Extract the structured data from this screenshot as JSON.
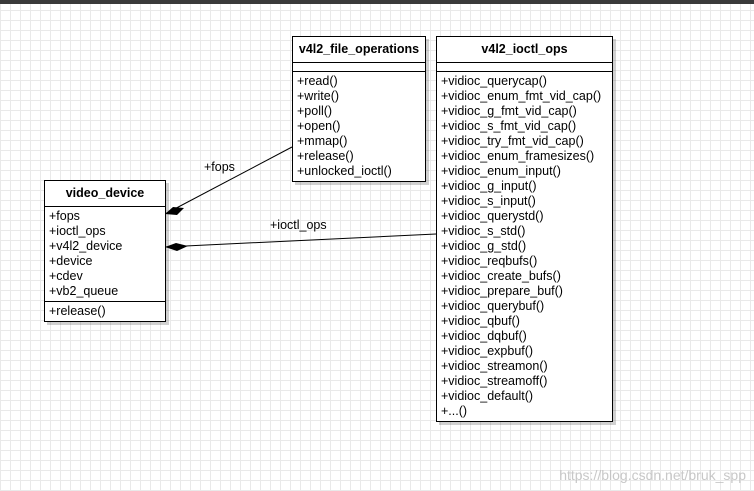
{
  "classes": {
    "video_device": {
      "name": "video_device",
      "attributes": [
        "+fops",
        "+ioctl_ops",
        "+v4l2_device",
        "+device",
        "+cdev",
        "+vb2_queue"
      ],
      "operations": [
        "+release()"
      ]
    },
    "v4l2_file_operations": {
      "name": "v4l2_file_operations",
      "operations": [
        "+read()",
        "+write()",
        "+poll()",
        "+open()",
        "+mmap()",
        "+release()",
        "+unlocked_ioctl()"
      ]
    },
    "v4l2_ioctl_ops": {
      "name": "v4l2_ioctl_ops",
      "operations": [
        "+vidioc_querycap()",
        "+vidioc_enum_fmt_vid_cap()",
        "+vidioc_g_fmt_vid_cap()",
        "+vidioc_s_fmt_vid_cap()",
        "+vidioc_try_fmt_vid_cap()",
        "+vidioc_enum_framesizes()",
        "+vidioc_enum_input()",
        "+vidioc_g_input()",
        "+vidioc_s_input()",
        "+vidioc_querystd()",
        "+vidioc_s_std()",
        "+vidioc_g_std()",
        "+vidioc_reqbufs()",
        "+vidioc_create_bufs()",
        "+vidioc_prepare_buf()",
        "+vidioc_querybuf()",
        "+vidioc_qbuf()",
        "+vidioc_dqbuf()",
        "+vidioc_expbuf()",
        "+vidioc_streamon()",
        "+vidioc_streamoff()",
        "+vidioc_default()",
        "+...()"
      ]
    }
  },
  "associations": [
    {
      "label": "+fops",
      "from": "video_device",
      "to": "v4l2_file_operations",
      "kind": "composition"
    },
    {
      "label": "+ioctl_ops",
      "from": "video_device",
      "to": "v4l2_ioctl_ops",
      "kind": "composition"
    }
  ],
  "watermark": "https://blog.csdn.net/bruk_spp"
}
